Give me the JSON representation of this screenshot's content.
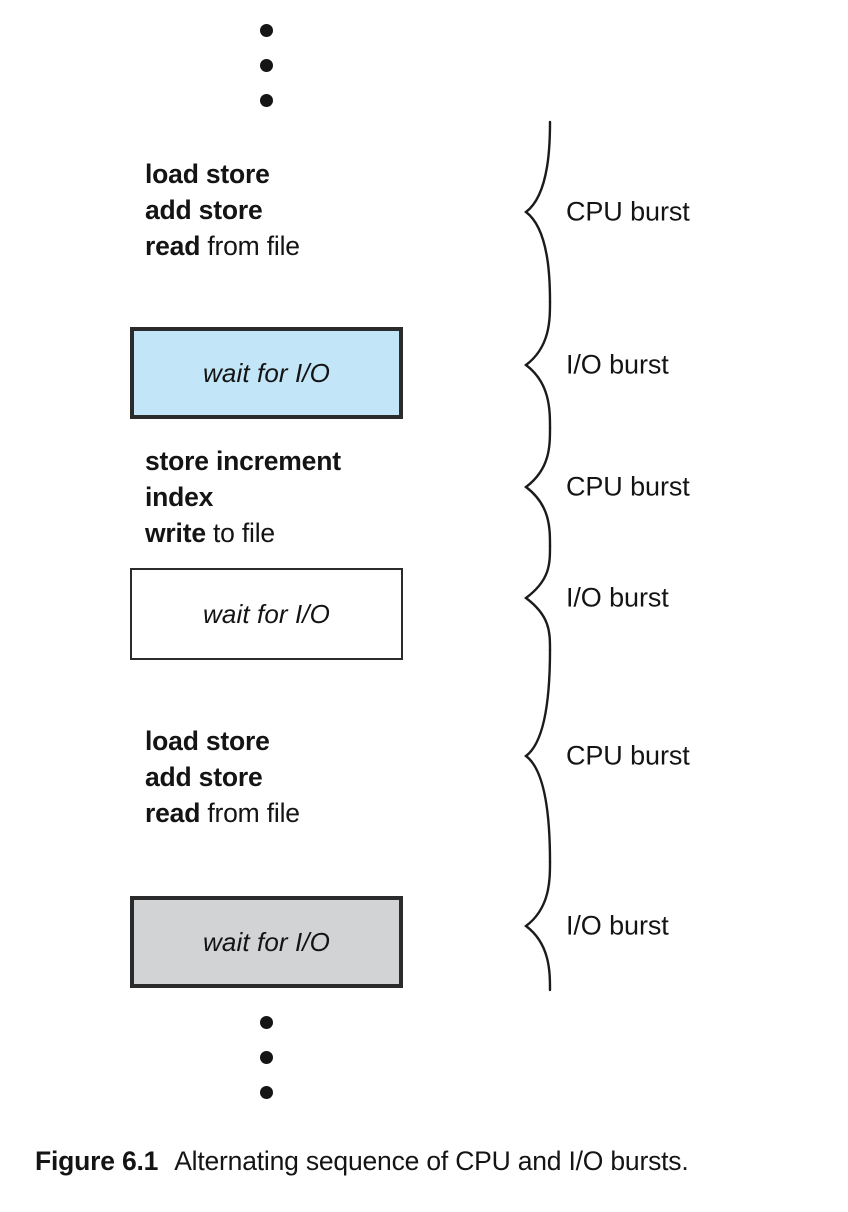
{
  "figure": {
    "caption_label": "Figure 6.1",
    "caption_text": "Alternating sequence of CPU and I/O bursts.",
    "ellipsis_top": "vertical-ellipsis-three-dots",
    "ellipsis_bottom": "vertical-ellipsis-three-dots"
  },
  "colors": {
    "io_box_blue": "#c2e5f7",
    "io_box_white": "#ffffff",
    "io_box_gray": "#d2d3d4",
    "border": "#2b2b2b",
    "text": "#141414",
    "background": "#ffffff"
  },
  "code_blocks": [
    {
      "id": "cpu-instructions-1",
      "lines": [
        {
          "bold": "load store",
          "regular": ""
        },
        {
          "bold": "add store",
          "regular": ""
        },
        {
          "bold": "read",
          "regular": " from file"
        }
      ]
    },
    {
      "id": "cpu-instructions-2",
      "lines": [
        {
          "bold": "store increment",
          "regular": ""
        },
        {
          "bold": "index",
          "regular": ""
        },
        {
          "bold": "write",
          "regular": " to file"
        }
      ]
    },
    {
      "id": "cpu-instructions-3",
      "lines": [
        {
          "bold": "load store",
          "regular": ""
        },
        {
          "bold": "add store",
          "regular": ""
        },
        {
          "bold": "read",
          "regular": " from file"
        }
      ]
    }
  ],
  "io_boxes": [
    {
      "id": "io-wait-1",
      "label": "wait for I/O",
      "fill": "#c2e5f7"
    },
    {
      "id": "io-wait-2",
      "label": "wait for I/O",
      "fill": "#ffffff"
    },
    {
      "id": "io-wait-3",
      "label": "wait for I/O",
      "fill": "#d2d3d4"
    }
  ],
  "bursts": [
    {
      "id": "burst-1",
      "label": "CPU burst",
      "type": "CPU"
    },
    {
      "id": "burst-2",
      "label": "I/O burst",
      "type": "I/O"
    },
    {
      "id": "burst-3",
      "label": "CPU burst",
      "type": "CPU"
    },
    {
      "id": "burst-4",
      "label": "I/O burst",
      "type": "I/O"
    },
    {
      "id": "burst-5",
      "label": "CPU burst",
      "type": "CPU"
    },
    {
      "id": "burst-6",
      "label": "I/O burst",
      "type": "I/O"
    }
  ]
}
